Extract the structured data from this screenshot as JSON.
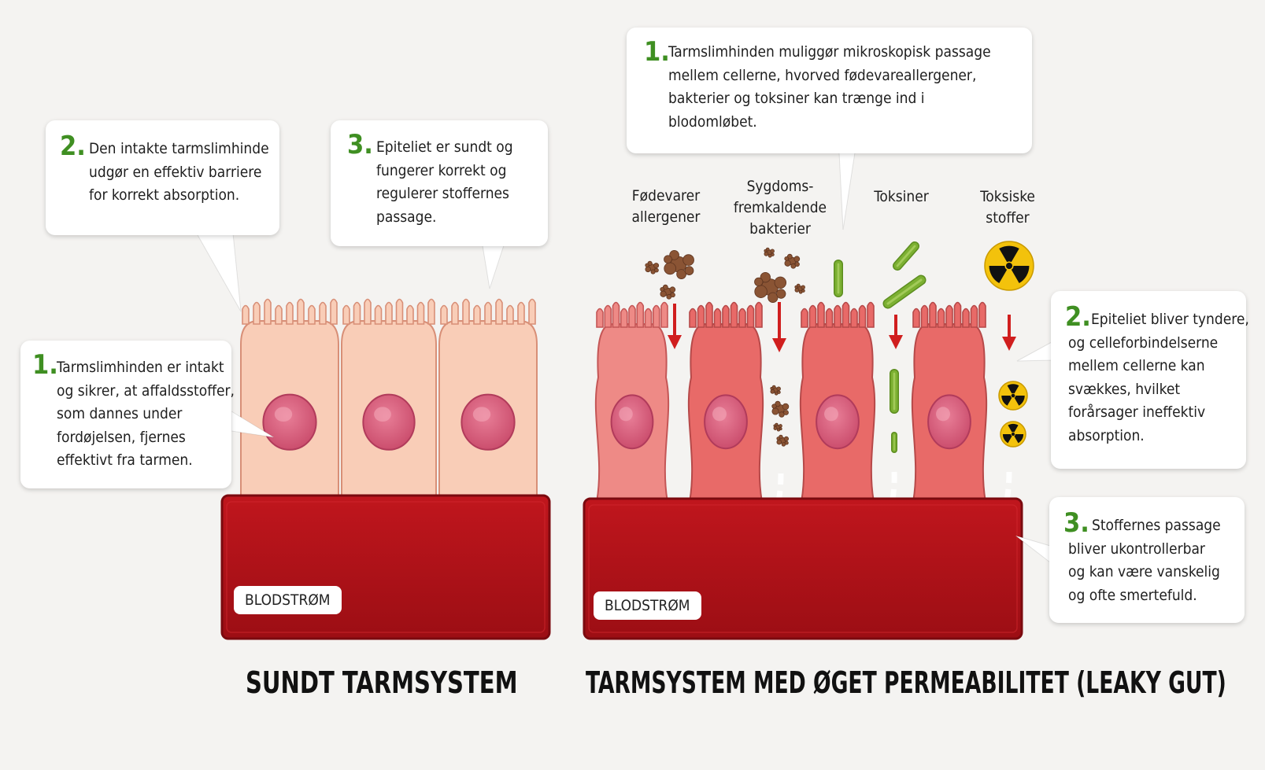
{
  "healthy": {
    "title": "SUNDT TARMSYSTEM",
    "blood_label": "BLODSTRØM",
    "callouts": [
      {
        "number": "1.",
        "lines": [
          "Tarmslimhinden er intakt",
          "og sikrer, at affaldsstoffer,",
          "som dannes under",
          "fordøjelsen, fjernes",
          "effektivt fra tarmen."
        ]
      },
      {
        "number": "2.",
        "lines": [
          "Den intakte tarmslimhinde",
          "udgør en effektiv barriere",
          "for korrekt absorption."
        ]
      },
      {
        "number": "3.",
        "lines": [
          "Epiteliet er sundt og",
          "fungerer korrekt og",
          "regulerer stoffernes",
          "passage."
        ]
      }
    ]
  },
  "leaky": {
    "title": "TARMSYSTEM MED ØGET PERMEABILITET (LEAKY GUT)",
    "blood_label": "BLODSTRØM",
    "callouts": [
      {
        "number": "1.",
        "lines": [
          "Tarmslimhinden muliggør mikroskopisk passage",
          "mellem cellerne, hvorved fødevareallergener,",
          "bakterier og toksiner kan trænge ind i",
          "blodomløbet."
        ]
      },
      {
        "number": "2.",
        "lines": [
          "Epiteliet bliver tyndere,",
          "og celleforbindelserne",
          "mellem cellerne kan",
          "svækkes, hvilket",
          "forårsager ineffektiv",
          "absorption."
        ]
      },
      {
        "number": "3.",
        "lines": [
          "Stoffernes passage",
          "bliver ukontrollerbar",
          "og kan være vanskelig",
          "og ofte smertefuld."
        ]
      }
    ],
    "substances": [
      {
        "lines": [
          "Fødevarer",
          "allergener"
        ]
      },
      {
        "lines": [
          "Sygdoms-",
          "fremkaldende",
          "bakterier"
        ]
      },
      {
        "lines": [
          "Toksiner"
        ]
      },
      {
        "lines": [
          "Toksiske",
          "stoffer"
        ]
      }
    ]
  },
  "colors": {
    "background": "#f4f3f1",
    "accent_number": "#3f8f22",
    "healthy_cell": "#f9cdb7",
    "leaky_cell": "#e86a68",
    "nucleus": "#d9607d",
    "blood": "#b5161d",
    "rbc": "#d0141b",
    "debris": "#8a5434",
    "bacteria": "#7cb032",
    "hazard": "#f3c20c",
    "arrow": "#d01e1e"
  }
}
